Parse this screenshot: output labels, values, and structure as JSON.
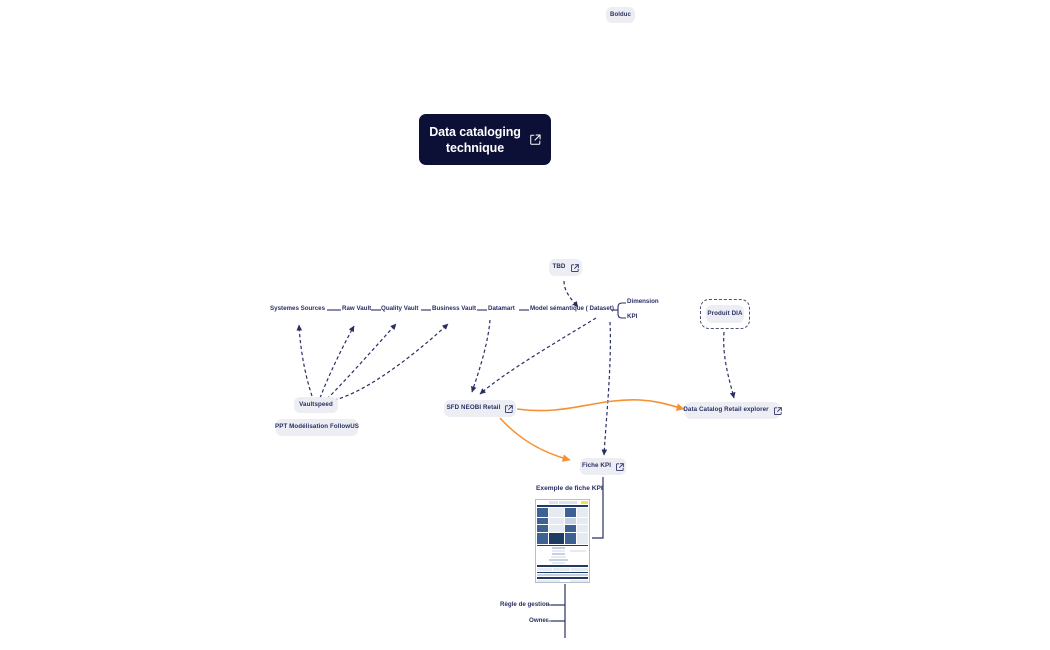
{
  "page": {
    "background": "#ffffff",
    "accent_navy": "#2a2f63",
    "accent_orange": "#f59133",
    "chip_bg": "#eceef3",
    "hero_bg": "#0c0f36"
  },
  "top_tag": {
    "label": "Bolduc"
  },
  "hero_card": {
    "title_line1": "Data cataloging",
    "title_line2": "technique",
    "icon": "external-link-icon"
  },
  "pipeline": {
    "stages": [
      {
        "id": "systemes-sources",
        "label": "Systemes Sources"
      },
      {
        "id": "raw-vault",
        "label": "Raw Vault"
      },
      {
        "id": "quality-vault",
        "label": "Quality Vault"
      },
      {
        "id": "business-vault",
        "label": "Business Vault"
      },
      {
        "id": "datamart",
        "label": "Datamart"
      },
      {
        "id": "modele-semantique",
        "label": "Model sémantique ( Dataset)"
      }
    ],
    "branches": [
      {
        "id": "dimension",
        "label": "Dimension"
      },
      {
        "id": "kpi",
        "label": "KPI"
      }
    ]
  },
  "nodes": [
    {
      "id": "tbd",
      "label": "TBD",
      "icon": "external-link-icon",
      "has_icon": true
    },
    {
      "id": "produit-dia",
      "label": "Produit DIA",
      "icon": null,
      "has_icon": false
    },
    {
      "id": "vaultspeed",
      "label": "Vaultspeed",
      "icon": null,
      "has_icon": false
    },
    {
      "id": "ppt-modelisation",
      "label": "PPT Modélisation FollowUS",
      "icon": null,
      "has_icon": false
    },
    {
      "id": "sfd-neobi-retail",
      "label": "SFD NEOBI Retail",
      "icon": "external-link-icon",
      "has_icon": true
    },
    {
      "id": "data-catalog-explorer",
      "label": "Data Catalog Retail explorer",
      "icon": "external-link-icon",
      "has_icon": true
    },
    {
      "id": "fiche-kpi",
      "label": "Fiche KPI",
      "icon": "external-link-icon",
      "has_icon": true
    }
  ],
  "kpi_detail": {
    "caption": "Exemple de fiche KPI",
    "attributes": [
      {
        "id": "regle-de-gestion",
        "label": "Règle de gestion"
      },
      {
        "id": "owner",
        "label": "Owner"
      }
    ]
  }
}
